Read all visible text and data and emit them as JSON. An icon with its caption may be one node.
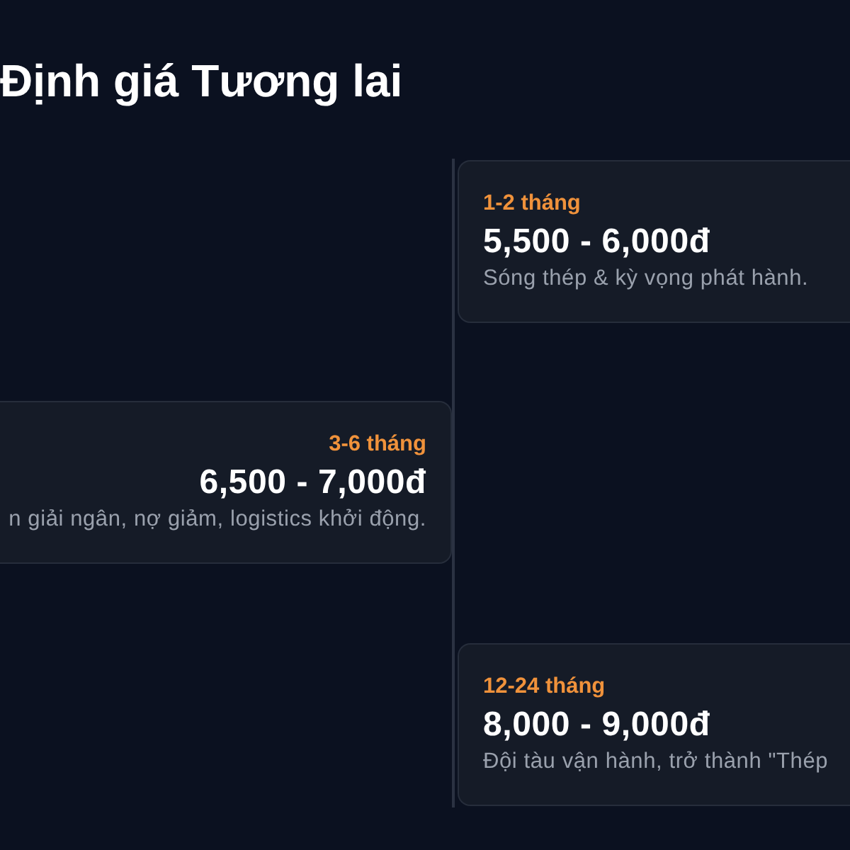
{
  "diagram": {
    "title": "Định giá Tương lai",
    "nodes": [
      {
        "text": [
          "1-2 tháng",
          "5,500 - 6,000đ",
          "Sóng thép & kỳ vọng phát hành."
        ]
      },
      {
        "text": [
          "3-6 tháng",
          "6,500 - 7,000đ",
          "n giải ngân, nợ giảm, logistics khởi động."
        ]
      },
      {
        "text": [
          "12-24 tháng",
          "8,000 - 9,000đ",
          "Đội tàu vận hành, trở thành \"Thép"
        ]
      }
    ]
  }
}
